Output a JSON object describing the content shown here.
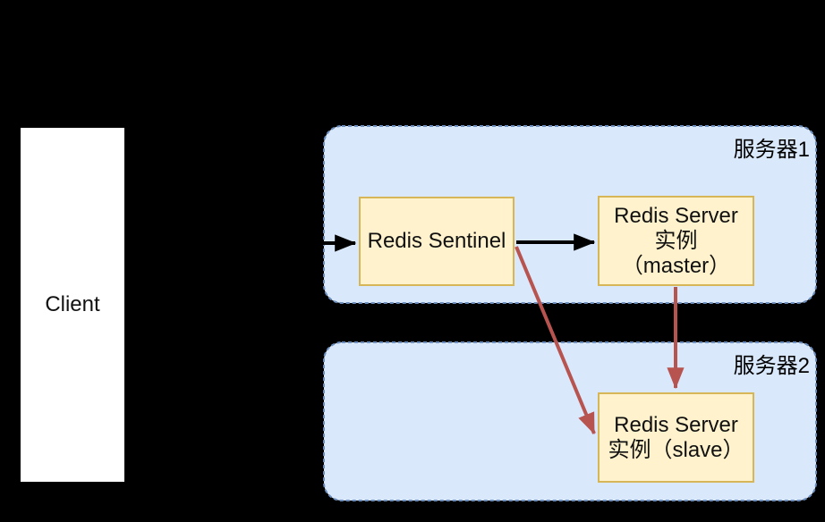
{
  "diagram": {
    "client": {
      "label": "Client"
    },
    "containers": {
      "server1": {
        "label": "服务器1"
      },
      "server2": {
        "label": "服务器2"
      }
    },
    "nodes": {
      "sentinel": {
        "label": "Redis Sentinel"
      },
      "master": {
        "line1": "Redis Server",
        "line2": "实例",
        "line3": "（master）"
      },
      "slave": {
        "line1": "Redis Server",
        "line2": "实例（slave）"
      }
    },
    "edges": [
      {
        "name": "client-to-sentinel",
        "from": "Client",
        "to": "Redis Sentinel",
        "color": "#000000"
      },
      {
        "name": "sentinel-to-master",
        "from": "Redis Sentinel",
        "to": "Redis Server 实例（master）",
        "color": "#000000"
      },
      {
        "name": "sentinel-to-slave",
        "from": "Redis Sentinel",
        "to": "Redis Server 实例（slave）",
        "color": "#b85450"
      },
      {
        "name": "master-to-slave",
        "from": "Redis Server 实例（master）",
        "to": "Redis Server 实例（slave）",
        "color": "#b85450"
      }
    ],
    "colors": {
      "background": "#000000",
      "container_fill": "#dae8fc",
      "container_border": "#6c8ebf",
      "node_fill": "#fff2cc",
      "node_border": "#d6b656",
      "client_fill": "#ffffff",
      "arrow_primary": "#000000",
      "arrow_replication": "#b85450",
      "text": "#000000"
    }
  }
}
